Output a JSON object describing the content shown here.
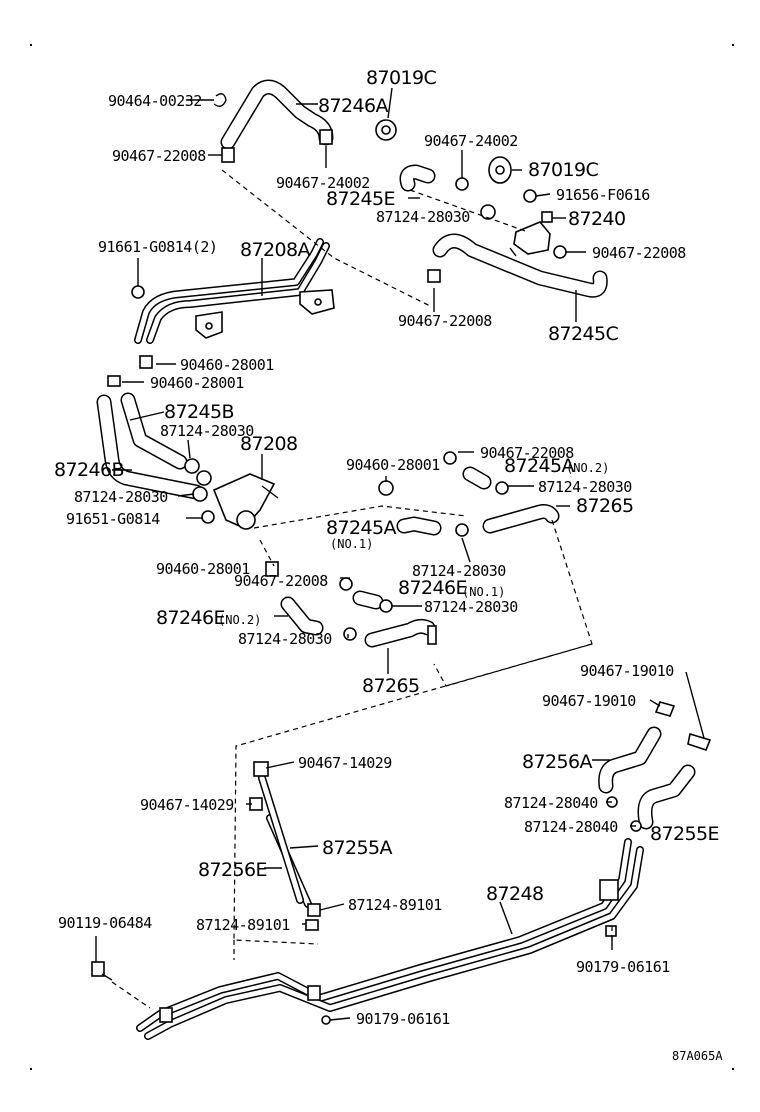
{
  "diagram_code": "87A065A",
  "labels": {
    "l_90464_00232": "90464-00232",
    "l_87246A": "87246A",
    "l_87019C_top": "87019C",
    "l_90467_22008_a": "90467-22008",
    "l_90467_24002_a": "90467-24002",
    "l_90467_24002_b": "90467-24002",
    "l_87019C_b": "87019C",
    "l_87245E": "87245E",
    "l_91656_F0616": "91656-F0616",
    "l_87124_28030_a": "87124-28030",
    "l_87240": "87240",
    "l_91661_G0814": "91661-G0814(2)",
    "l_87208A": "87208A",
    "l_90467_22008_b": "90467-22008",
    "l_90467_22008_c": "90467-22008",
    "l_87245C": "87245C",
    "l_90460_28001_a": "90460-28001",
    "l_90460_28001_b": "90460-28001",
    "l_87245B": "87245B",
    "l_87124_28030_b": "87124-28030",
    "l_87208": "87208",
    "l_87246B": "87246B",
    "l_87124_28030_c": "87124-28030",
    "l_91651_G0814": "91651-G0814",
    "l_90467_22008_d": "90467-22008",
    "l_90460_28001_c": "90460-28001",
    "l_87245A_no2": "87245A",
    "l_no2_a": "(NO.2)",
    "l_87124_28030_d": "87124-28030",
    "l_87265_a": "87265",
    "l_87245A_no1": "87245A",
    "l_no1_a": "(NO.1)",
    "l_87124_28030_e": "87124-28030",
    "l_90460_28001_d": "90460-28001",
    "l_90467_22008_e": "90467-22008",
    "l_87246E_no1": "87246E",
    "l_no1_b": "(NO.1)",
    "l_87124_28030_f": "87124-28030",
    "l_87246E_no2": "87246E",
    "l_no2_b": "(NO.2)",
    "l_87124_28030_g": "87124-28030",
    "l_87265_b": "87265",
    "l_90467_19010_a": "90467-19010",
    "l_90467_19010_b": "90467-19010",
    "l_90467_14029_a": "90467-14029",
    "l_87256A": "87256A",
    "l_90467_14029_b": "90467-14029",
    "l_87124_28040_a": "87124-28040",
    "l_87124_28040_b": "87124-28040",
    "l_87255E": "87255E",
    "l_87255A": "87255A",
    "l_87256E": "87256E",
    "l_87124_89101_a": "87124-89101",
    "l_87248": "87248",
    "l_90119_06484": "90119-06484",
    "l_87124_89101_b": "87124-89101",
    "l_90179_06161_a": "90179-06161",
    "l_90179_06161_b": "90179-06161"
  }
}
